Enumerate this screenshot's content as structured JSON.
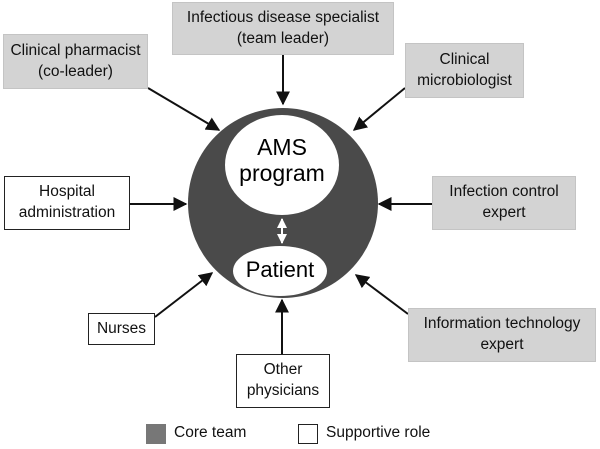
{
  "center": {
    "top_label": "AMS\nprogram",
    "bottom_label": "Patient"
  },
  "nodes": {
    "infectious_disease": "Infectious disease specialist\n(team leader)",
    "clinical_pharmacist": "Clinical pharmacist\n(co-leader)",
    "clinical_microbiologist": "Clinical\nmicrobiologist",
    "hospital_administration": "Hospital\nadministration",
    "infection_control": "Infection control\nexpert",
    "nurses": "Nurses",
    "information_technology": "Information technology\nexpert",
    "other_physicians": "Other\nphysicians"
  },
  "legend": {
    "core": "Core team",
    "supportive": "Supportive role"
  },
  "colors": {
    "core_fill": "#d3d3d3",
    "hub_fill": "#4a4a4a",
    "support_fill": "#ffffff"
  }
}
